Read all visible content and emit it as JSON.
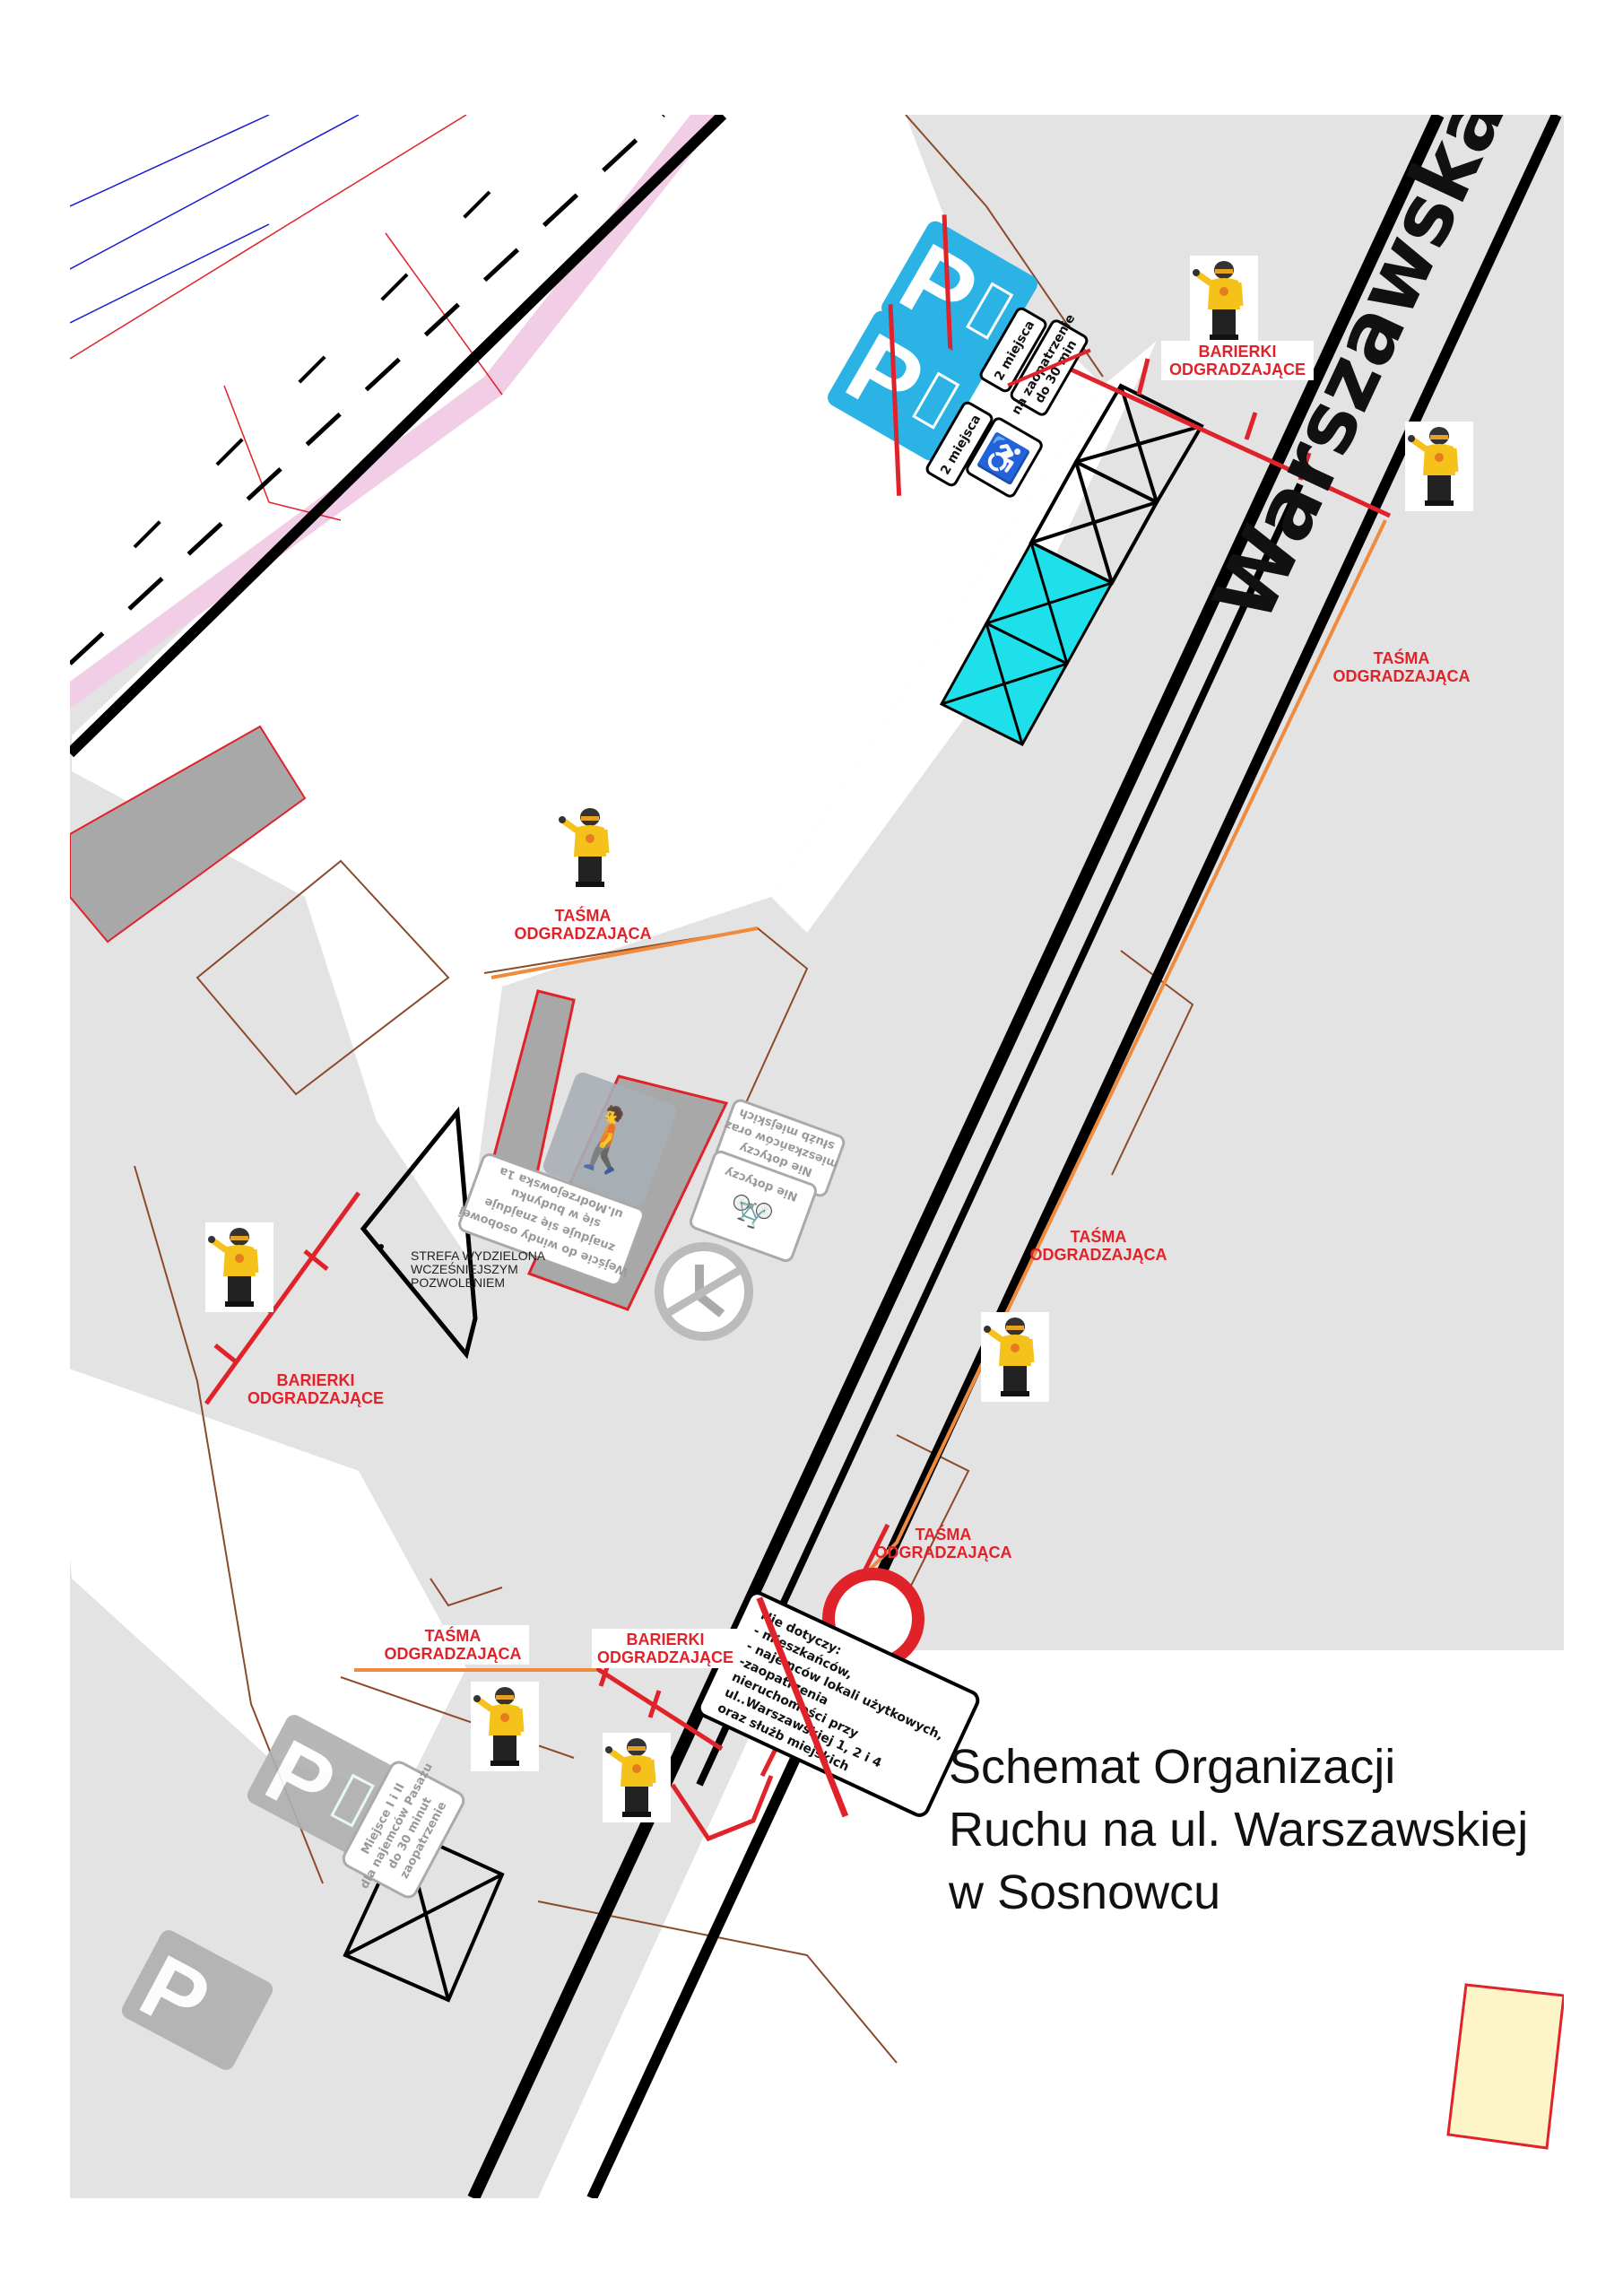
{
  "map": {
    "street_name": "Warszawska",
    "title_lines": [
      "Schemat Organizacji",
      "Ruchu na ul. Warszawskiej",
      "w Sosnowcu"
    ],
    "labels": {
      "barierki_top": [
        "BARIERKI",
        "ODGRADZAJĄCE"
      ],
      "tasma_right": [
        "TAŚMA",
        "ODGRADZAJĄCA"
      ],
      "tasma_center": [
        "TAŚMA",
        "ODGRADZAJĄCA"
      ],
      "barierki_left": [
        "BARIERKI",
        "ODGRADZAJĄCE"
      ],
      "tasma_mid_right": [
        "TAŚMA",
        "ODGRADZAJĄCA"
      ],
      "tasma_lower": [
        "TAŚMA",
        "ODGRADZAJĄCA"
      ],
      "tasma_bottom_left": [
        "TAŚMA",
        "ODGRADZAJĄCA"
      ],
      "barierki_bottom": [
        "BARIERKI",
        "ODGRADZAJĄCE"
      ]
    },
    "zone_label": [
      "STREFA WYDZIELONA",
      "WCZEŚNIEJSZYM",
      "POZWOLENIEM"
    ],
    "signs": {
      "parking_1_plate": "2 miejsca",
      "parking_1_plate2": [
        "na zaopatrzenie",
        "do 30 min"
      ],
      "parking_2_plate": "2 miejsca",
      "elevator_plate": [
        "Wejście do windy osobowej",
        "znajduje się znajduje",
        "się w budynku",
        "ul.Modrzejowska 1a"
      ],
      "exemption_plate_1": [
        "Nie dotyczy",
        "mieszkańców oraz",
        "służb miejskich"
      ],
      "exemption_plate_bike": "Nie dotyczy",
      "no_entry_plate": [
        "Nie dotyczy:",
        "- mieszkańców,",
        "- najemców lokali użytkowych,",
        "-zaopatrzenia",
        "nieruchomości przy",
        "ul..Warszawskiej 1, 2 i 4",
        "oraz służb miejskich"
      ],
      "parking_gray_plate": [
        "Miejsce I i II",
        "dla najemców Pasażu",
        "do 30 minut",
        "zaopatrzenie"
      ],
      "parking_letter": "P"
    },
    "colors": {
      "barrier_red": "#e0232a",
      "tape_orange": "#f08a3c",
      "parking_blue": "#2bb3e6",
      "cyan_fill": "#1de0ea",
      "road_gray": "#e3e3e3"
    }
  }
}
